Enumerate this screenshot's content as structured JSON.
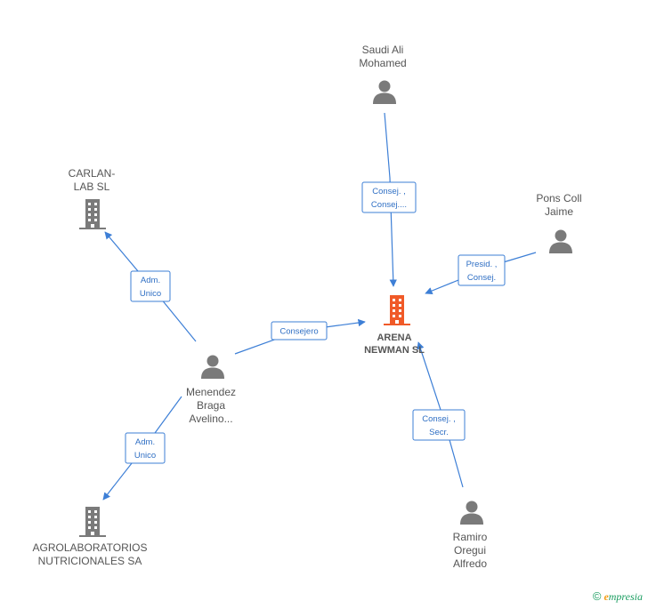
{
  "nodes": {
    "arena": {
      "type": "company",
      "main": true,
      "lines": [
        "ARENA",
        "NEWMAN SL"
      ]
    },
    "saudi": {
      "type": "person",
      "lines": [
        "Saudi Ali",
        "Mohamed"
      ]
    },
    "pons": {
      "type": "person",
      "lines": [
        "Pons Coll",
        "Jaime"
      ]
    },
    "ramiro": {
      "type": "person",
      "lines": [
        "Ramiro",
        "Oregui",
        "Alfredo"
      ]
    },
    "menendez": {
      "type": "person",
      "lines": [
        "Menendez",
        "Braga",
        "Avelino..."
      ]
    },
    "carlan": {
      "type": "company",
      "lines": [
        "CARLAN-",
        "LAB SL"
      ]
    },
    "agro": {
      "type": "company",
      "lines": [
        "AGROLABORATORIOS",
        "NUTRICIONALES SA"
      ]
    }
  },
  "edges": [
    {
      "from": "saudi",
      "to": "arena",
      "label": [
        "Consej. ,",
        "Consej...."
      ]
    },
    {
      "from": "pons",
      "to": "arena",
      "label": [
        "Presid. ,",
        "Consej."
      ]
    },
    {
      "from": "ramiro",
      "to": "arena",
      "label": [
        "Consej. ,",
        "Secr."
      ]
    },
    {
      "from": "menendez",
      "to": "arena",
      "label": [
        "Consejero"
      ]
    },
    {
      "from": "menendez",
      "to": "carlan",
      "label": [
        "Adm.",
        "Unico"
      ]
    },
    {
      "from": "menendez",
      "to": "agro",
      "label": [
        "Adm.",
        "Unico"
      ]
    }
  ],
  "brand": {
    "copyright": "©",
    "initial": "e",
    "rest": "mpresia"
  }
}
